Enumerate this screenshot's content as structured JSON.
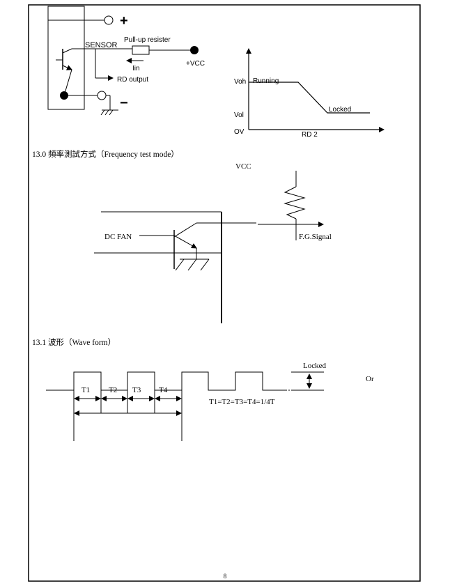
{
  "page": {
    "number": "8"
  },
  "sensor_circuit": {
    "plus_label": "+",
    "minus_label": "−",
    "sensor_label": "SENSOR",
    "resistor_label": "Pull-up resister",
    "vcc_label": "+VCC",
    "current_label": "Iin",
    "rd_output_label": "RD output"
  },
  "rd_graph": {
    "voh_label": "Voh",
    "vol_label": "Vol",
    "ov_label": "OV",
    "running_label": "Running",
    "locked_label": "Locked",
    "x_label": "RD 2"
  },
  "section_13_0": {
    "heading": "13.0 頻率測試方式（Frequency test mode）",
    "vcc_label": "VCC",
    "fan_label": "DC FAN",
    "signal_label": "F.G.Signal"
  },
  "section_13_1": {
    "heading": "13.1 波形（Wave form）",
    "t1": "T1",
    "t2": "T2",
    "t3": "T3",
    "t4": "T4",
    "formula": "T1=T2=T3=T4=1/4T",
    "locked_label": "Locked",
    "or_label": "Or"
  }
}
